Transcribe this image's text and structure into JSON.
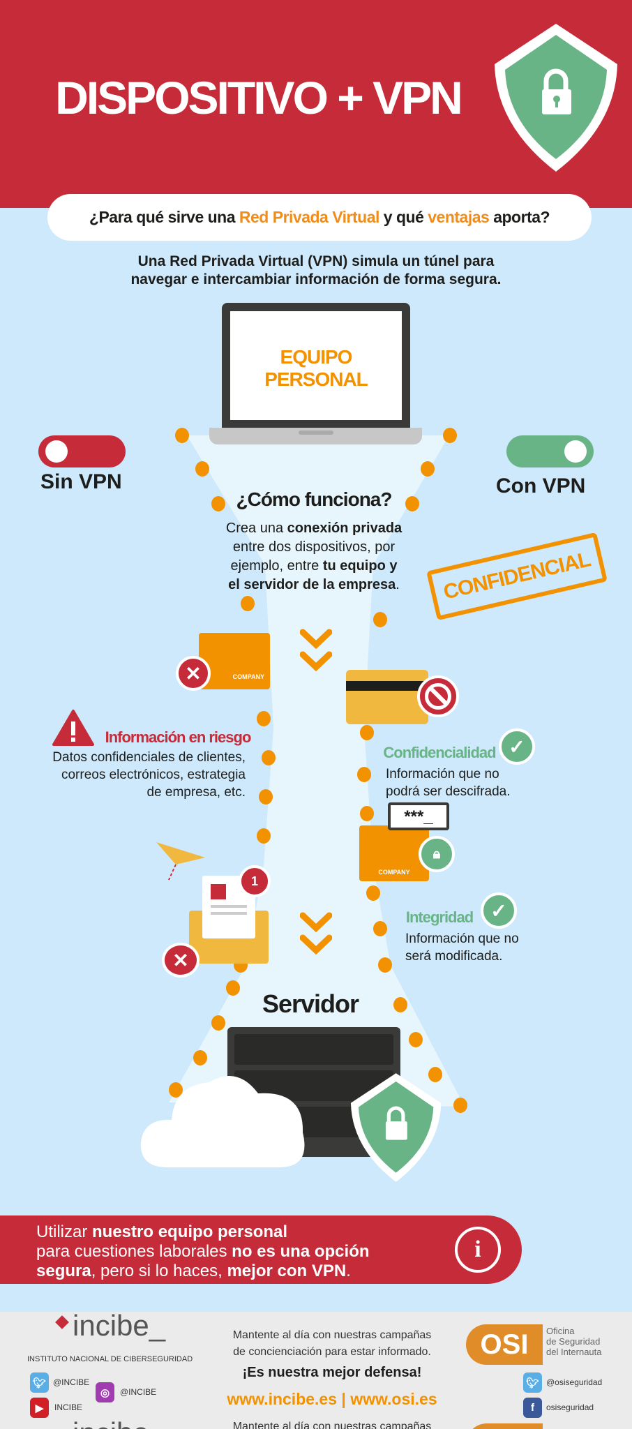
{
  "header": {
    "title": "DISPOSITIVO + VPN",
    "shield_icon": "shield-lock-icon"
  },
  "question": {
    "part1": "¿Para qué sirve una ",
    "highlight1": "Red Privada Virtual",
    "part2": " y qué ",
    "highlight2": "ventajas",
    "part3": " aporta?"
  },
  "intro": {
    "line1": "Una Red Privada Virtual (VPN) simula un túnel para",
    "line2": "navegar e intercambiar información de forma segura."
  },
  "laptop": {
    "line1": "EQUIPO",
    "line2": "PERSONAL"
  },
  "toggles": {
    "off_label": "Sin VPN",
    "on_label": "Con VPN"
  },
  "how": {
    "title": "¿Cómo funciona?",
    "l1a": "Crea una ",
    "l1b": "conexión privada",
    "l2": "entre dos dispositivos, por",
    "l3a": "ejemplo, entre ",
    "l3b": "tu equipo y",
    "l4a": "el servidor de la empresa",
    "l4b": "."
  },
  "stamp": "CONFIDENCIAL",
  "folder_label": "COMPANY",
  "risk": {
    "title": "Información en riesgo",
    "lines": [
      "Datos confidenciales de clientes,",
      "correos electrónicos, estrategia",
      "de empresa, etc."
    ]
  },
  "confidentiality": {
    "title": "Confidencialidad",
    "lines": [
      "Información que no",
      "podrá ser descifrada."
    ]
  },
  "password": "***_",
  "notification_count": "1",
  "integrity": {
    "title": "Integridad",
    "lines": [
      "Información que no",
      "será modificada."
    ]
  },
  "server": {
    "title": "Servidor"
  },
  "banner": {
    "a": "Utilizar ",
    "b": "nuestro equipo personal",
    "c": "para cuestiones laborales ",
    "d": "no es una opción",
    "e": "segura",
    "f": ", pero si lo haces, ",
    "g": "mejor con VPN",
    "h": ".",
    "icon": "i"
  },
  "footer": {
    "incibe_logo": "incibe_",
    "incibe_full": "INSTITUTO NACIONAL DE CIBERSEGURIDAD",
    "incibe_twitter": "@INCIBE",
    "incibe_instagram": "@INCIBE",
    "incibe_youtube": "INCIBE",
    "msg1": "Mantente al día con nuestras campañas",
    "msg2": "de concienciación para estar informado.",
    "msg3": "¡Es nuestra mejor defensa!",
    "urls": "www.incibe.es | www.osi.es",
    "osi_logo": "OSI",
    "osi_name": [
      "Oficina",
      "de Seguridad",
      "del Internauta"
    ],
    "osi_twitter": "@osiseguridad",
    "osi_facebook": "osiseguridad"
  },
  "colors": {
    "red": "#c62b3a",
    "orange": "#f39200",
    "green": "#69b487",
    "background": "#cde9fb"
  }
}
